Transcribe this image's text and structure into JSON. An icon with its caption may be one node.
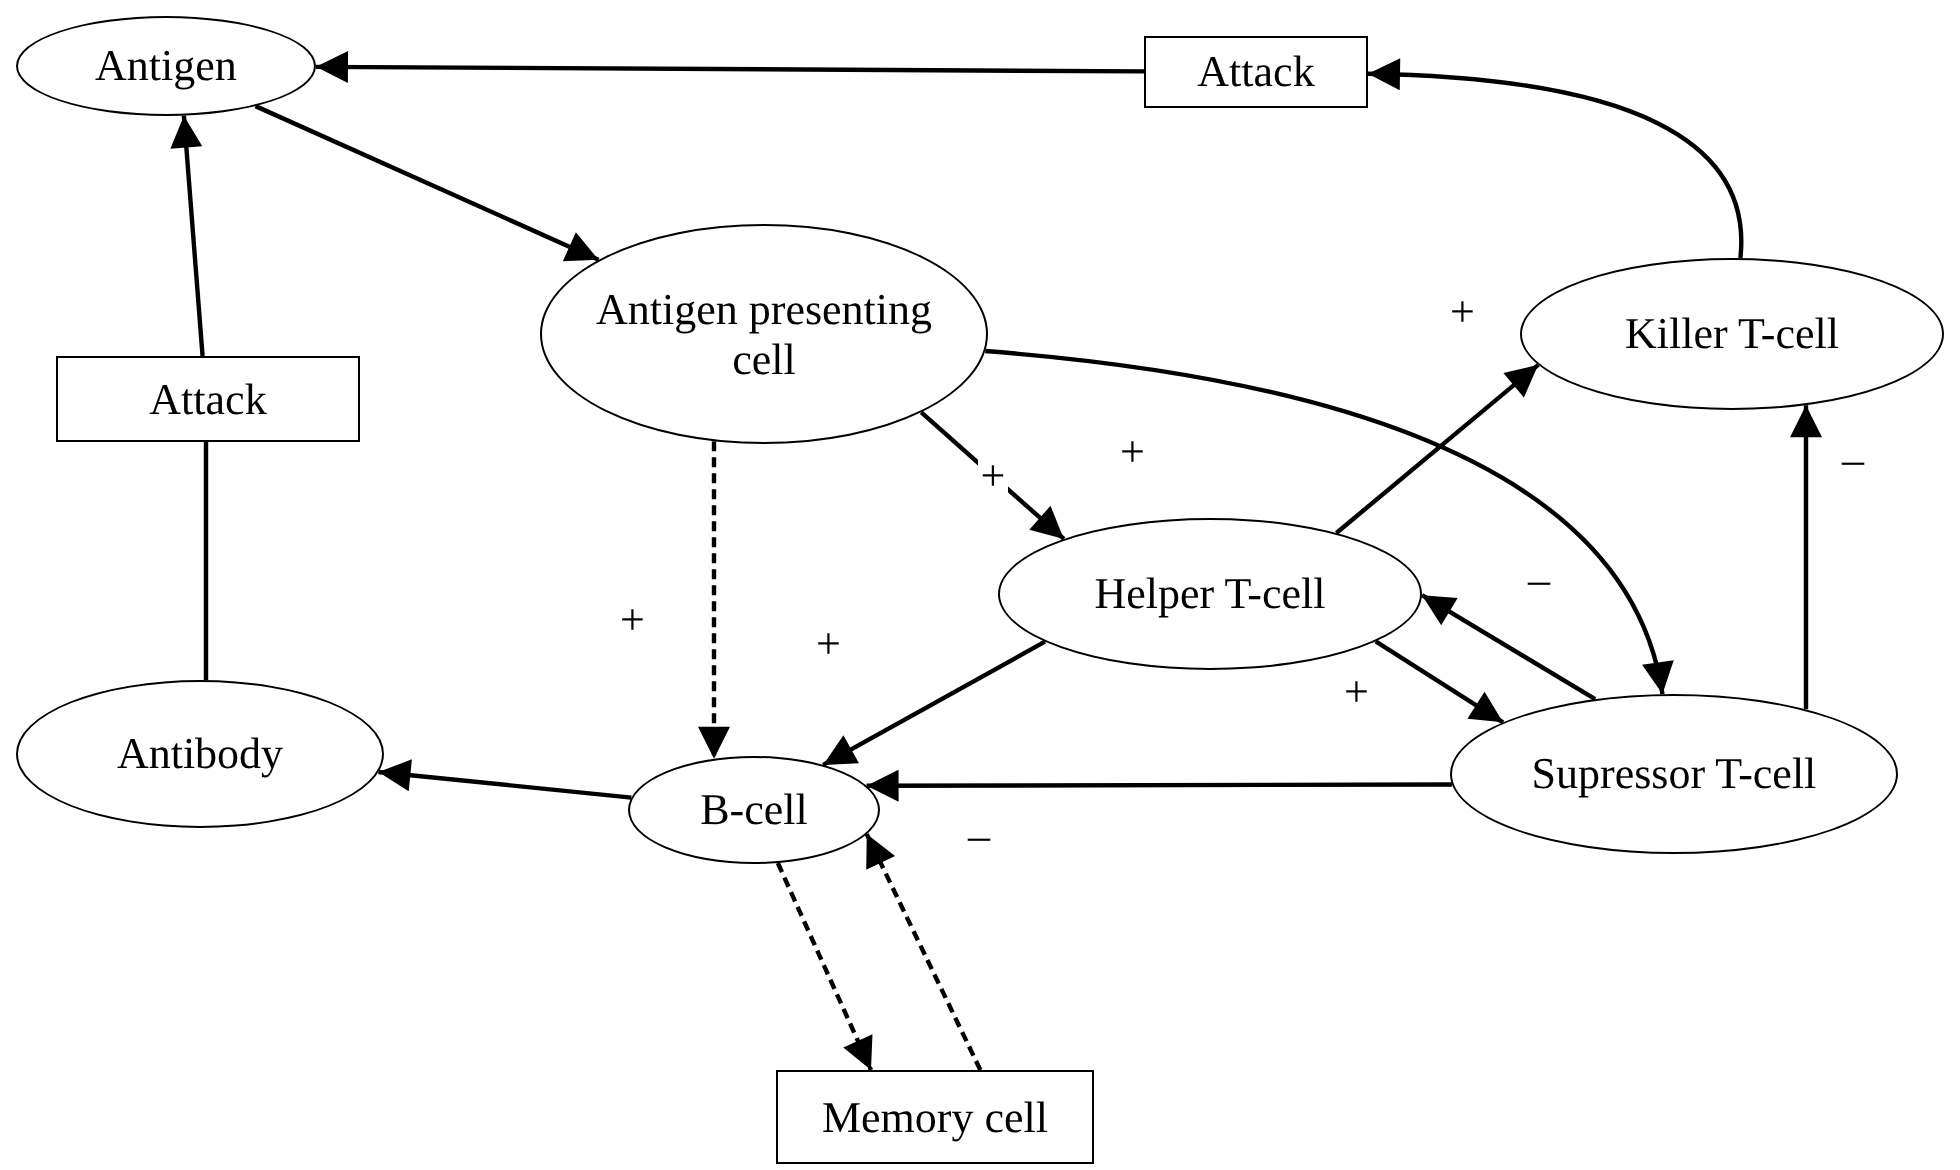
{
  "diagram": {
    "nodes": [
      {
        "text": [
          "Antigen"
        ]
      },
      {
        "text": [
          "Attack"
        ]
      },
      {
        "text": [
          "Antigen presenting cell"
        ]
      },
      {
        "text": [
          "Killer T-cell"
        ]
      },
      {
        "text": [
          "Attack"
        ]
      },
      {
        "text": [
          "Helper T-cell"
        ]
      },
      {
        "text": [
          "Antibody"
        ]
      },
      {
        "text": [
          "B-cell"
        ]
      },
      {
        "text": [
          "Supressor T-cell"
        ]
      },
      {
        "text": [
          "Memory cell"
        ]
      }
    ],
    "edges": [
      {
        "from": 1,
        "to": 0,
        "arrow": "to"
      },
      {
        "from": 0,
        "to": 2,
        "arrow": "to"
      },
      {
        "from": 3,
        "to": 1,
        "arrow": "to"
      },
      {
        "from": 6,
        "to": 4,
        "arrow": "none"
      },
      {
        "from": 4,
        "to": 0,
        "arrow": "to"
      },
      {
        "from": 2,
        "to": 5,
        "arrow": "to",
        "label": "+"
      },
      {
        "from": 2,
        "to": 8,
        "arrow": "to",
        "label": "+"
      },
      {
        "from": 2,
        "to": 7,
        "arrow": "to",
        "label": "+",
        "style": "dashed"
      },
      {
        "from": 5,
        "to": 3,
        "arrow": "to",
        "label": "+"
      },
      {
        "from": 5,
        "to": 7,
        "arrow": "to",
        "label": "+"
      },
      {
        "from": 5,
        "to": 8,
        "arrow": "to",
        "label": "+"
      },
      {
        "from": 8,
        "to": 5,
        "arrow": "to",
        "label": "–"
      },
      {
        "from": 8,
        "to": 3,
        "arrow": "to",
        "label": "–"
      },
      {
        "from": 8,
        "to": 7,
        "arrow": "to",
        "label": "–"
      },
      {
        "from": 7,
        "to": 6,
        "arrow": "to"
      },
      {
        "from": 7,
        "to": 9,
        "arrow": "to",
        "style": "dashed"
      },
      {
        "from": 9,
        "to": 7,
        "arrow": "to",
        "style": "dashed"
      }
    ]
  }
}
